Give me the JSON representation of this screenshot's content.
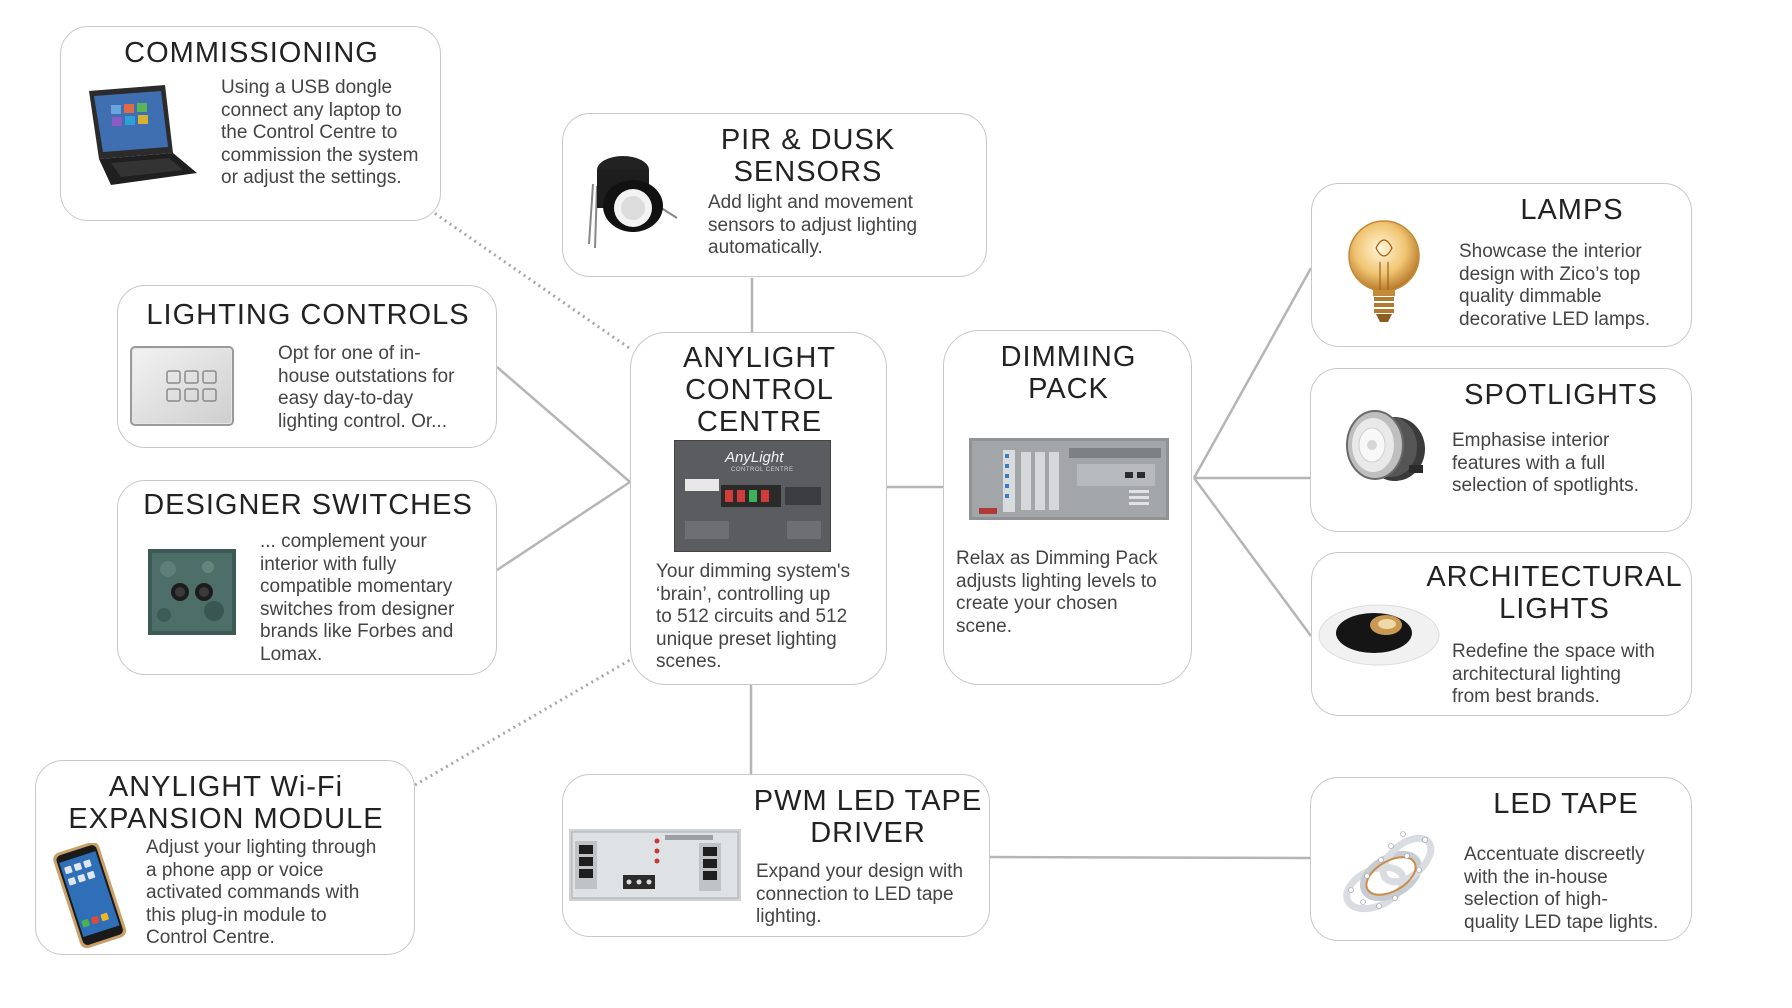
{
  "nodes": {
    "commissioning": {
      "title": "COMMISSIONING",
      "desc": "Using a USB dongle\nconnect any laptop to\nthe Control Centre to\ncommission  the system\nor adjust the settings.",
      "icon": "laptop-icon"
    },
    "pir": {
      "title": "PIR & DUSK\nSENSORS",
      "desc": "Add light and movement\nsensors to adjust lighting\nautomatically.",
      "icon": "pir-sensor-icon"
    },
    "lighting_controls": {
      "title": "LIGHTING CONTROLS",
      "desc": "Opt for one of in-\nhouse outstations for\neasy day-to-day\nlighting control. Or...",
      "icon": "keypad-icon"
    },
    "designer_switches": {
      "title": "DESIGNER SWITCHES",
      "desc": "... complement your\ninterior with fully\ncompatible momentary\nswitches from designer\nbrands like Forbes and\nLomax.",
      "icon": "designer-switch-icon"
    },
    "control_centre": {
      "title": "ANYLIGHT\nCONTROL\nCENTRE",
      "desc": "Your dimming system's\n‘brain’, controlling up\nto 512 circuits and 512\nunique preset lighting\nscenes.",
      "device_brand": "AnyLight",
      "device_subtitle": "CONTROL CENTRE",
      "icon": "control-centre-device-icon"
    },
    "dimming_pack": {
      "title": "DIMMING\nPACK",
      "desc": "Relax as Dimming Pack\nadjusts lighting levels to\ncreate your chosen\nscene.",
      "icon": "dimming-pack-device-icon"
    },
    "lamps": {
      "title": "LAMPS",
      "desc": "Showcase the interior\ndesign with Zico’s top\nquality dimmable\ndecorative LED lamps.",
      "icon": "bulb-icon"
    },
    "spotlights": {
      "title": "SPOTLIGHTS",
      "desc": "Emphasise interior\nfeatures with a full\nselection of spotlights.",
      "icon": "spotlight-icon"
    },
    "architectural": {
      "title": "ARCHITECTURAL\nLIGHTS",
      "desc": "Redefine the space with\narchitectural lighting\nfrom best brands.",
      "icon": "downlight-icon"
    },
    "wifi": {
      "title": "ANYLIGHT Wi-Fi\nEXPANSION MODULE",
      "desc": "Adjust your lighting through\na phone app or voice\nactivated commands with\nthis plug-in module to\nControl Centre.",
      "icon": "smartphone-icon"
    },
    "pwm": {
      "title": "PWM LED TAPE\nDRIVER",
      "desc": "Expand your design with\nconnection to LED tape\nlighting.",
      "icon": "led-driver-device-icon"
    },
    "led_tape": {
      "title": "LED TAPE",
      "desc": "Accentuate discreetly\nwith the in-house\nselection of high-\nquality LED tape lights.",
      "icon": "led-tape-icon"
    }
  },
  "colors": {
    "border": "#c8c8c8",
    "connector": "#b5b5b5",
    "dotted_connector": "#a8a8a8",
    "title": "#222222",
    "text": "#444444"
  }
}
